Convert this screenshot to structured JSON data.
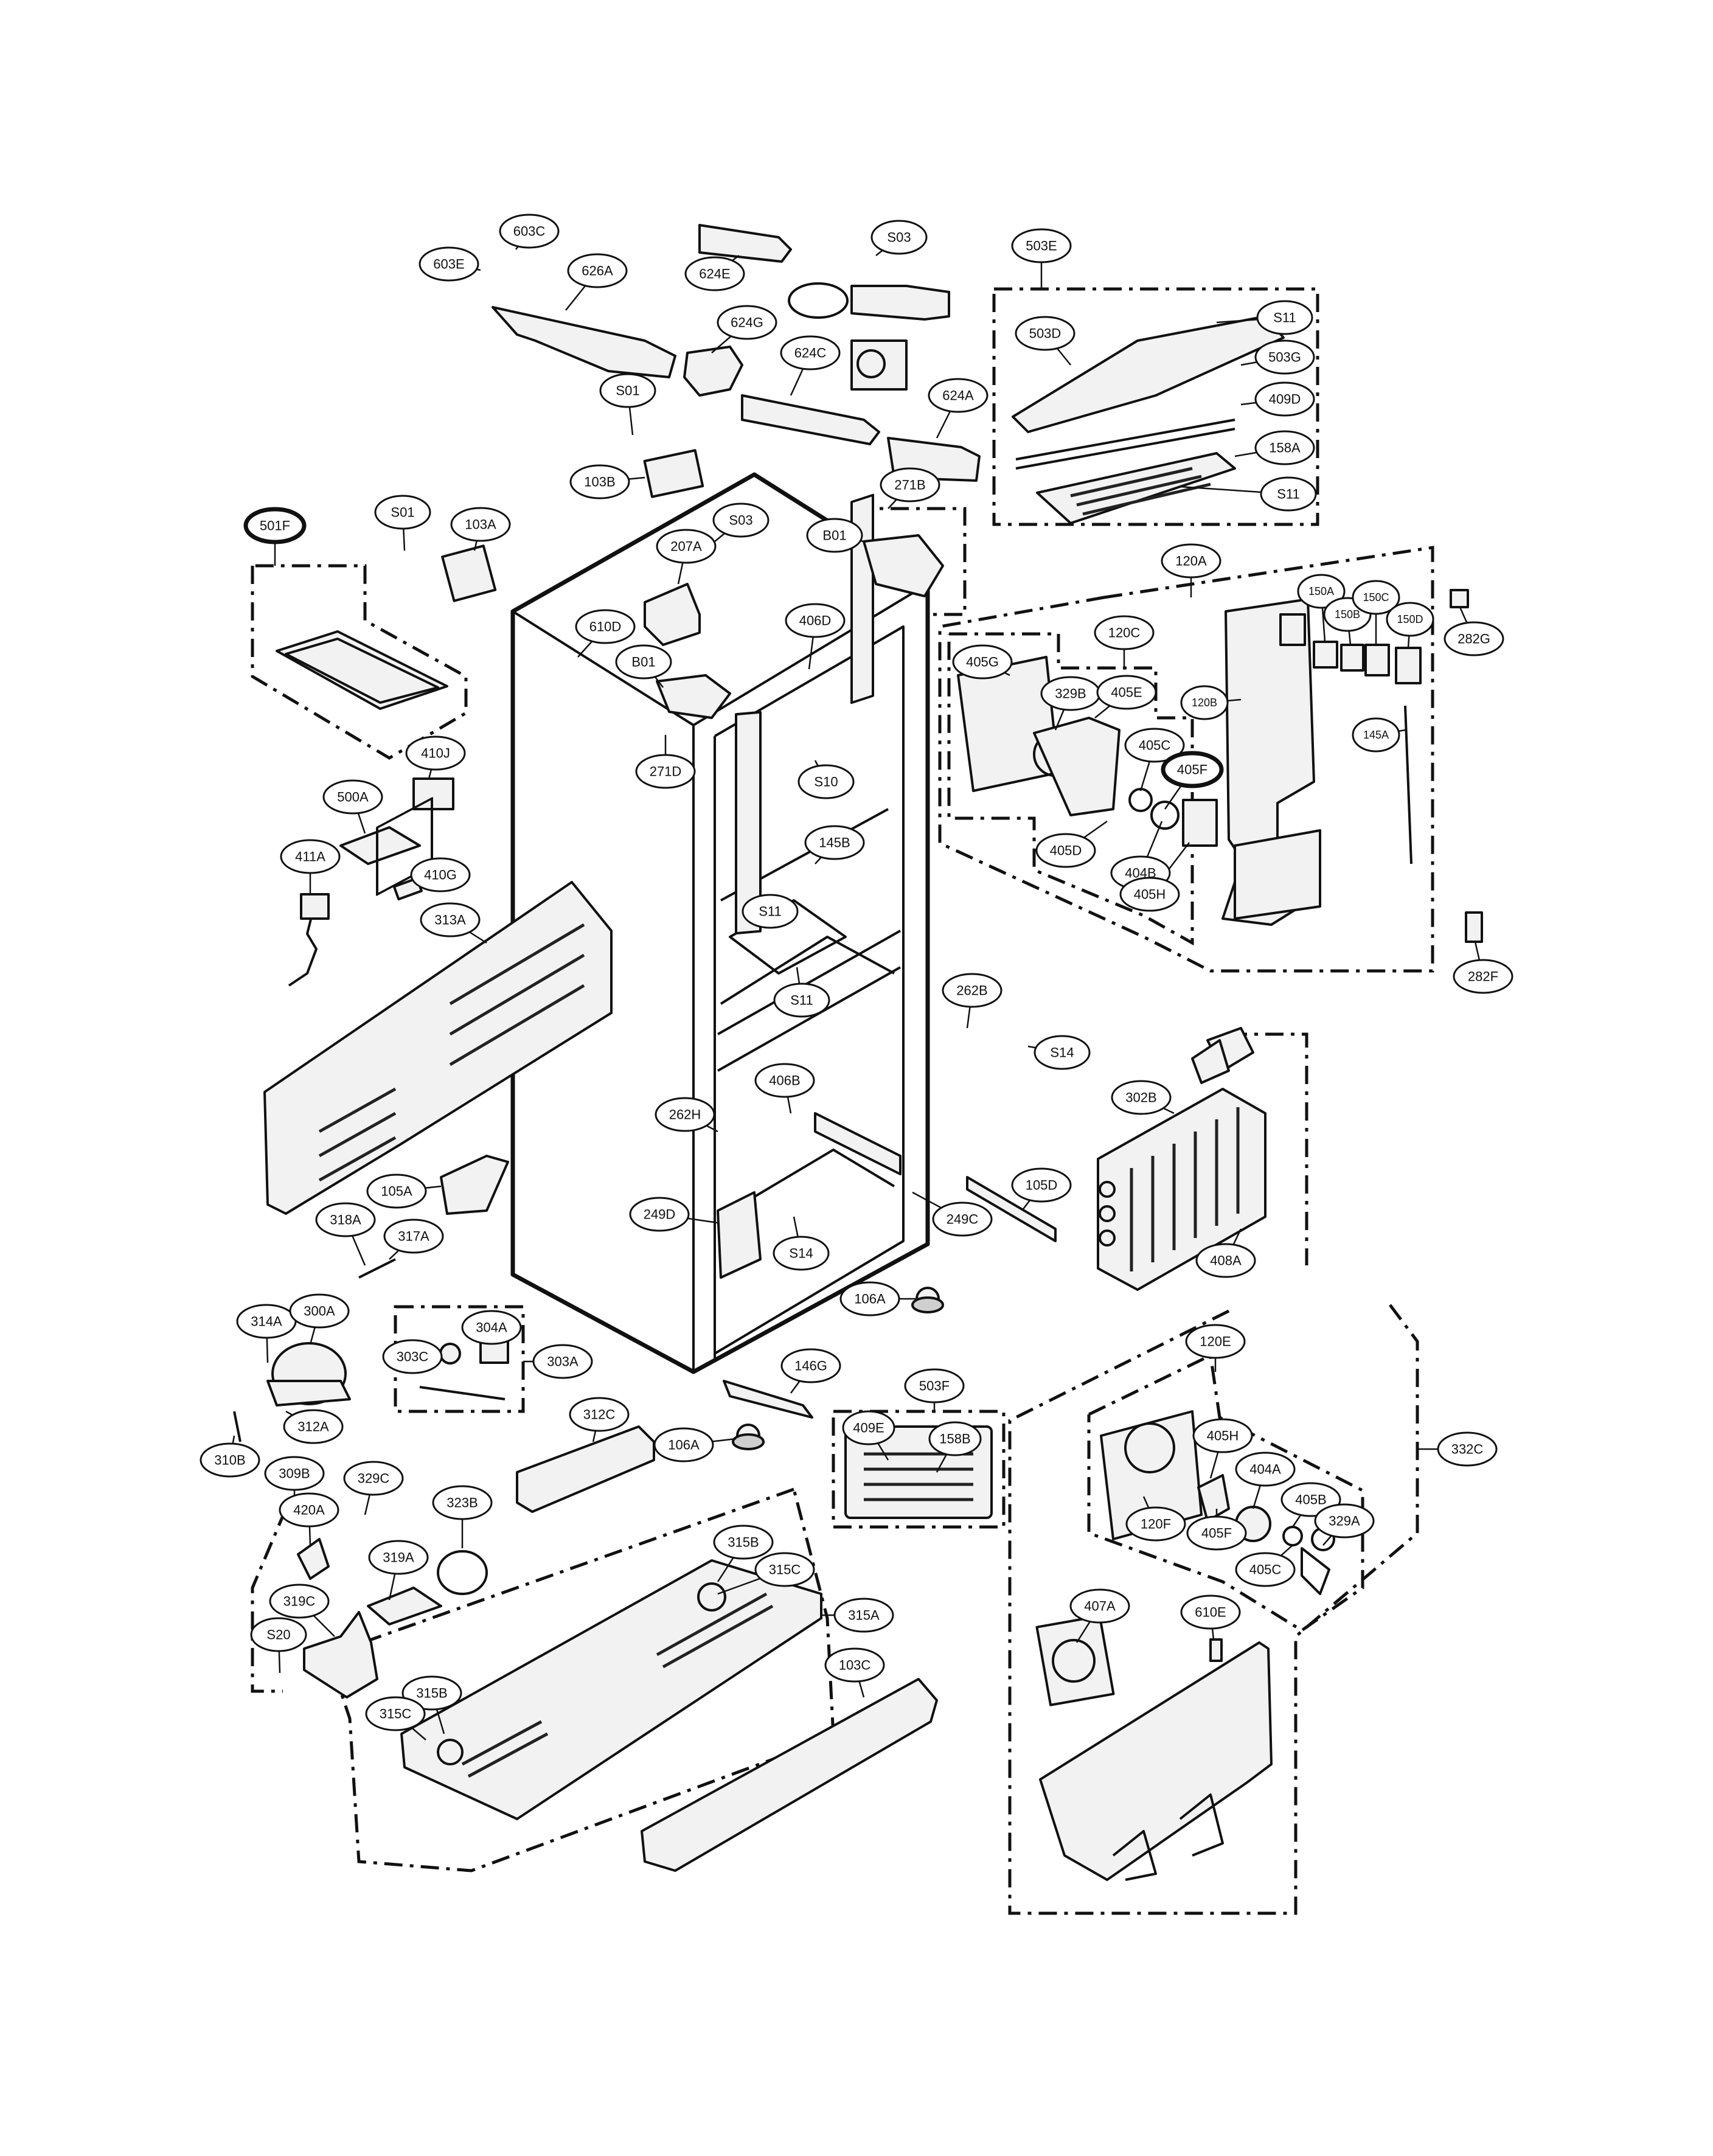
{
  "diagram": {
    "labels": [
      {
        "id": "603C",
        "text": "603C"
      },
      {
        "id": "603E",
        "text": "603E"
      },
      {
        "id": "626A",
        "text": "626A"
      },
      {
        "id": "624E",
        "text": "624E"
      },
      {
        "id": "S03a",
        "text": "S03"
      },
      {
        "id": "624G",
        "text": "624G"
      },
      {
        "id": "624C",
        "text": "624C"
      },
      {
        "id": "624A",
        "text": "624A"
      },
      {
        "id": "S01a",
        "text": "S01"
      },
      {
        "id": "103B",
        "text": "103B"
      },
      {
        "id": "503E",
        "text": "503E"
      },
      {
        "id": "503D",
        "text": "503D"
      },
      {
        "id": "S11a",
        "text": "S11"
      },
      {
        "id": "503G",
        "text": "503G"
      },
      {
        "id": "409D",
        "text": "409D"
      },
      {
        "id": "158A",
        "text": "158A"
      },
      {
        "id": "S11b",
        "text": "S11"
      },
      {
        "id": "501F",
        "text": "501F"
      },
      {
        "id": "S01b",
        "text": "S01"
      },
      {
        "id": "103A",
        "text": "103A"
      },
      {
        "id": "S03b",
        "text": "S03"
      },
      {
        "id": "207A",
        "text": "207A"
      },
      {
        "id": "271B",
        "text": "271B"
      },
      {
        "id": "B01a",
        "text": "B01"
      },
      {
        "id": "120A",
        "text": "120A"
      },
      {
        "id": "150A",
        "text": "150A"
      },
      {
        "id": "150B",
        "text": "150B"
      },
      {
        "id": "150C",
        "text": "150C"
      },
      {
        "id": "150D",
        "text": "150D"
      },
      {
        "id": "282G",
        "text": "282G"
      },
      {
        "id": "610D",
        "text": "610D"
      },
      {
        "id": "B01b",
        "text": "B01"
      },
      {
        "id": "406D",
        "text": "406D"
      },
      {
        "id": "120C",
        "text": "120C"
      },
      {
        "id": "405G",
        "text": "405G"
      },
      {
        "id": "329B",
        "text": "329B"
      },
      {
        "id": "405E",
        "text": "405E"
      },
      {
        "id": "120B",
        "text": "120B"
      },
      {
        "id": "271D",
        "text": "271D"
      },
      {
        "id": "S10",
        "text": "S10"
      },
      {
        "id": "405C",
        "text": "405C"
      },
      {
        "id": "405F",
        "text": "405F"
      },
      {
        "id": "145A",
        "text": "145A"
      },
      {
        "id": "410J",
        "text": "410J"
      },
      {
        "id": "500A",
        "text": "500A"
      },
      {
        "id": "145B",
        "text": "145B"
      },
      {
        "id": "405D",
        "text": "405D"
      },
      {
        "id": "404B",
        "text": "404B"
      },
      {
        "id": "411A",
        "text": "411A"
      },
      {
        "id": "410G",
        "text": "410G"
      },
      {
        "id": "405H",
        "text": "405H"
      },
      {
        "id": "S11c",
        "text": "S11"
      },
      {
        "id": "313A",
        "text": "313A"
      },
      {
        "id": "282F",
        "text": "282F"
      },
      {
        "id": "S11d",
        "text": "S11"
      },
      {
        "id": "262B",
        "text": "262B"
      },
      {
        "id": "S14a",
        "text": "S14"
      },
      {
        "id": "406B",
        "text": "406B"
      },
      {
        "id": "262H",
        "text": "262H"
      },
      {
        "id": "302B",
        "text": "302B"
      },
      {
        "id": "105A",
        "text": "105A"
      },
      {
        "id": "105D",
        "text": "105D"
      },
      {
        "id": "249D",
        "text": "249D"
      },
      {
        "id": "249C",
        "text": "249C"
      },
      {
        "id": "318A",
        "text": "318A"
      },
      {
        "id": "317A",
        "text": "317A"
      },
      {
        "id": "S14b",
        "text": "S14"
      },
      {
        "id": "408A",
        "text": "408A"
      },
      {
        "id": "106Aa",
        "text": "106A"
      },
      {
        "id": "314A",
        "text": "314A"
      },
      {
        "id": "300A",
        "text": "300A"
      },
      {
        "id": "304A",
        "text": "304A"
      },
      {
        "id": "303C",
        "text": "303C"
      },
      {
        "id": "303A",
        "text": "303A"
      },
      {
        "id": "146G",
        "text": "146G"
      },
      {
        "id": "120E",
        "text": "120E"
      },
      {
        "id": "503F",
        "text": "503F"
      },
      {
        "id": "312A",
        "text": "312A"
      },
      {
        "id": "312C",
        "text": "312C"
      },
      {
        "id": "409E",
        "text": "409E"
      },
      {
        "id": "158B",
        "text": "158B"
      },
      {
        "id": "332C",
        "text": "332C"
      },
      {
        "id": "310B",
        "text": "310B"
      },
      {
        "id": "106Ab",
        "text": "106A"
      },
      {
        "id": "405Hb",
        "text": "405H"
      },
      {
        "id": "309B",
        "text": "309B"
      },
      {
        "id": "329C",
        "text": "329C"
      },
      {
        "id": "404A",
        "text": "404A"
      },
      {
        "id": "420A",
        "text": "420A"
      },
      {
        "id": "323B",
        "text": "323B"
      },
      {
        "id": "405B",
        "text": "405B"
      },
      {
        "id": "120F",
        "text": "120F"
      },
      {
        "id": "405Fb",
        "text": "405F"
      },
      {
        "id": "329A",
        "text": "329A"
      },
      {
        "id": "315B",
        "text": "315B"
      },
      {
        "id": "405Cb",
        "text": "405C"
      },
      {
        "id": "319A",
        "text": "319A"
      },
      {
        "id": "315C",
        "text": "315C"
      },
      {
        "id": "319C",
        "text": "319C"
      },
      {
        "id": "315A",
        "text": "315A"
      },
      {
        "id": "407A",
        "text": "407A"
      },
      {
        "id": "610E",
        "text": "610E"
      },
      {
        "id": "S20",
        "text": "S20"
      },
      {
        "id": "103C",
        "text": "103C"
      },
      {
        "id": "315Bb",
        "text": "315B"
      },
      {
        "id": "315Cb",
        "text": "315C"
      }
    ]
  }
}
